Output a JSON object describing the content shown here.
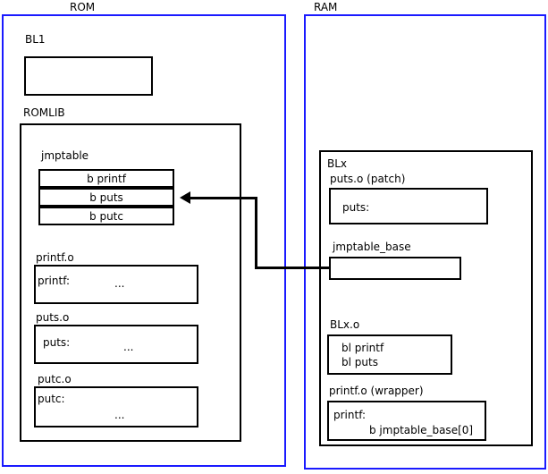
{
  "diagram": {
    "regions": [
      {
        "id": "rom",
        "title": "ROM",
        "accent": "#1a1aff"
      },
      {
        "id": "ram",
        "title": "RAM",
        "accent": "#1a1aff"
      }
    ],
    "rom": {
      "bl1": {
        "label": "BL1",
        "body": ""
      },
      "romlib": {
        "label": "ROMLIB",
        "jmptable": {
          "label": "jmptable",
          "entries": [
            {
              "text": "b printf"
            },
            {
              "text": "b puts"
            },
            {
              "text": "b putc"
            }
          ]
        },
        "objects": [
          {
            "label": "printf.o",
            "symbol": "printf:",
            "body": "..."
          },
          {
            "label": "puts.o",
            "symbol": "puts:",
            "body": "..."
          },
          {
            "label": "putc.o",
            "symbol": "putc:",
            "body": "..."
          }
        ]
      }
    },
    "ram": {
      "blx": {
        "label": "BLx",
        "patch": {
          "label": "puts.o (patch)",
          "symbol": "puts:"
        },
        "jmptable_base": {
          "label": "jmptable_base",
          "body": ""
        },
        "blx_o": {
          "label": "BLx.o",
          "line1": "bl printf",
          "line2": "bl puts"
        },
        "wrapper": {
          "label": "printf.o (wrapper)",
          "symbol": "printf:",
          "branch": "b jmptable_base[0]"
        }
      }
    },
    "connection": {
      "from": "jmptable_base",
      "to": "jmptable entry b puts",
      "arrow": "arrow-left"
    }
  }
}
